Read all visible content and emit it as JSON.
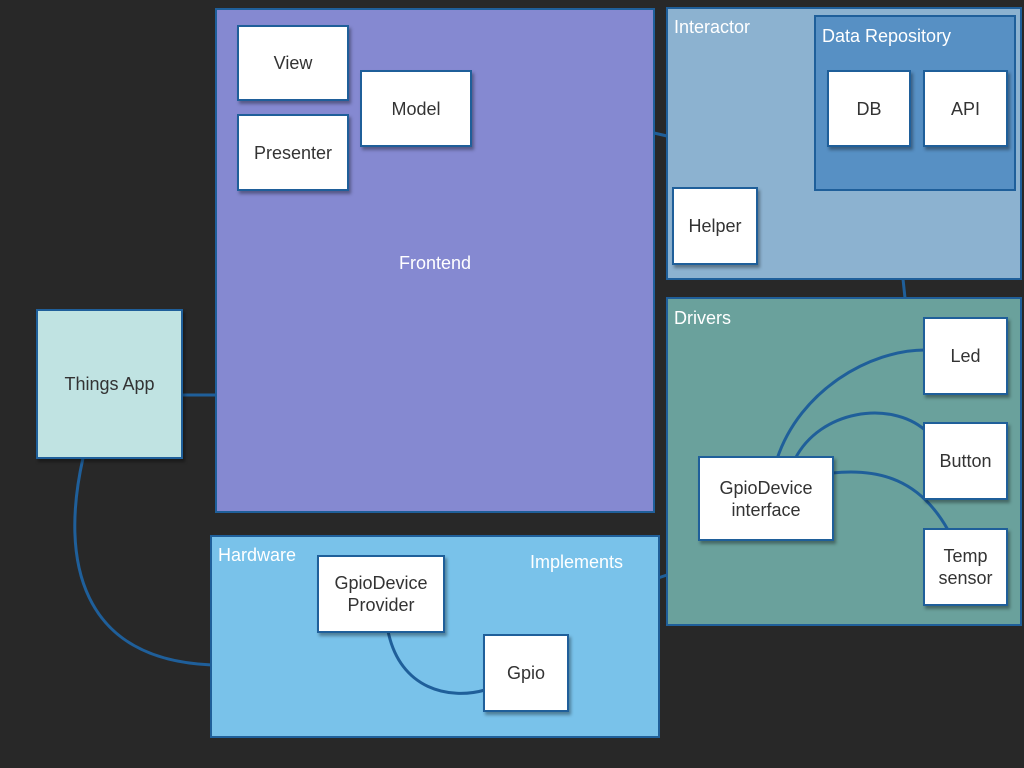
{
  "layers": {
    "frontend": {
      "title": "Frontend",
      "color": "#8589d1"
    },
    "interactor": {
      "title": "Interactor",
      "color": "#8cb2d0"
    },
    "data_repository": {
      "title": "Data Repository",
      "color": "#5790c4"
    },
    "drivers": {
      "title": "Drivers",
      "color": "#6aa19c"
    },
    "hardware": {
      "title": "Hardware",
      "color": "#79c2ea"
    },
    "things_app": {
      "label": "Things App",
      "color": "#c0e3e2"
    }
  },
  "components": {
    "view": "View",
    "model": "Model",
    "presenter": "Presenter",
    "db": "DB",
    "api": "API",
    "helper": "Helper",
    "led": "Led",
    "button": "Button",
    "gpio_device_interface": "GpioDevice\ninterface",
    "temp_sensor": "Temp\nsensor",
    "gpio_device_provider": "GpioDevice\nProvider",
    "gpio": "Gpio"
  },
  "annotations": {
    "implements": "Implements"
  },
  "colors": {
    "connector": "#1f5f9a",
    "background": "#282828",
    "box_fill": "#ffffff"
  }
}
